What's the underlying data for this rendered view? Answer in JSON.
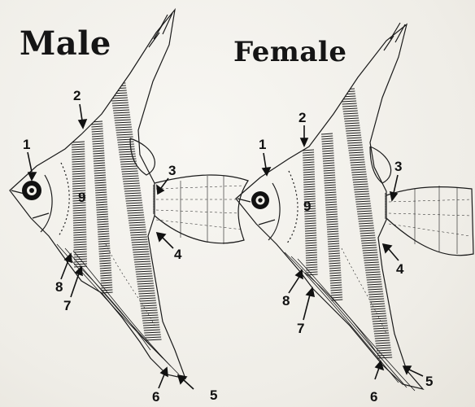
{
  "titles": {
    "male": "Male",
    "female": "Female"
  },
  "male_labels": [
    "1",
    "2",
    "3",
    "4",
    "5",
    "6",
    "7",
    "8",
    "9"
  ],
  "female_labels": [
    "1",
    "2",
    "3",
    "4",
    "5",
    "6",
    "7",
    "8",
    "9"
  ],
  "colors": {
    "ink": "#1a1a1a",
    "background": "#f1efe9"
  }
}
